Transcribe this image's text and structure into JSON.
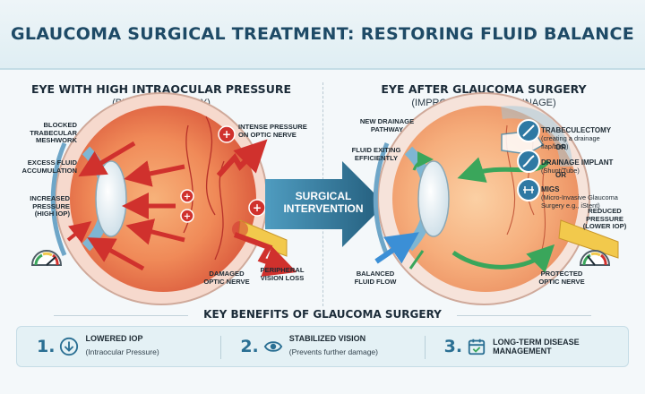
{
  "title": "GLAUCOMA SURGICAL TREATMENT: RESTORING FLUID BALANCE",
  "left": {
    "heading": "EYE WITH HIGH INTRAOCULAR PRESSURE",
    "sub": "(BEFORE SURGERY)",
    "labels": {
      "blocked": "BLOCKED\nTRABECULAR\nMESHWORK",
      "excess": "EXCESS FLUID\nACCUMULATION",
      "increased": "INCREASED\nPRESSURE\n(HIGH IOP)",
      "intense": "INTENSE PRESSURE\nON OPTIC NERVE",
      "damaged": "DAMAGED\nOPTIC NERVE",
      "peripheral": "PERIPHERAL\nVISION LOSS"
    }
  },
  "center": {
    "arrow_text": "SURGICAL\nINTERVENTION"
  },
  "right": {
    "heading": "EYE AFTER GLAUCOMA SURGERY",
    "sub": "(IMPROVED FLUID DRAINAGE)",
    "labels": {
      "pathway": "NEW DRAINAGE\nPATHWAY",
      "exiting": "FLUID EXITING\nEFFICIENTLY",
      "balanced": "BALANCED\nFLUID FLOW",
      "protected": "PROTECTED\nOPTIC NERVE",
      "reduced": "REDUCED\nPRESSURE\n(LOWER IOP)"
    },
    "options": [
      {
        "name": "TRABECULECTOMY",
        "desc": "(creating a drainage\nflap/bleb)"
      },
      {
        "name": "DRAINAGE IMPLANT",
        "desc": "(Shunt/Tube)"
      },
      {
        "name": "MIGS",
        "desc": "(Micro-Invasive Glaucoma\nSurgery e.g., iStent)"
      }
    ],
    "or_text": "OR"
  },
  "benefits": {
    "title": "KEY BENEFITS OF GLAUCOMA SURGERY",
    "items": [
      {
        "num": "1.",
        "name": "LOWERED IOP",
        "desc": "(Intraocular Pressure)",
        "icon": "down-arrow-circle-icon"
      },
      {
        "num": "2.",
        "name": "STABILIZED VISION",
        "desc": "(Prevents further damage)",
        "icon": "eye-icon"
      },
      {
        "num": "3.",
        "name": "LONG-TERM DISEASE\nMANAGEMENT",
        "desc": "",
        "icon": "calendar-check-icon"
      }
    ]
  },
  "colors": {
    "title": "#1e4a66",
    "arrow": "#2b6d8e",
    "pressure_red": "#d0312d",
    "flow_green": "#3aa65b",
    "flow_blue": "#3b8fd6"
  }
}
